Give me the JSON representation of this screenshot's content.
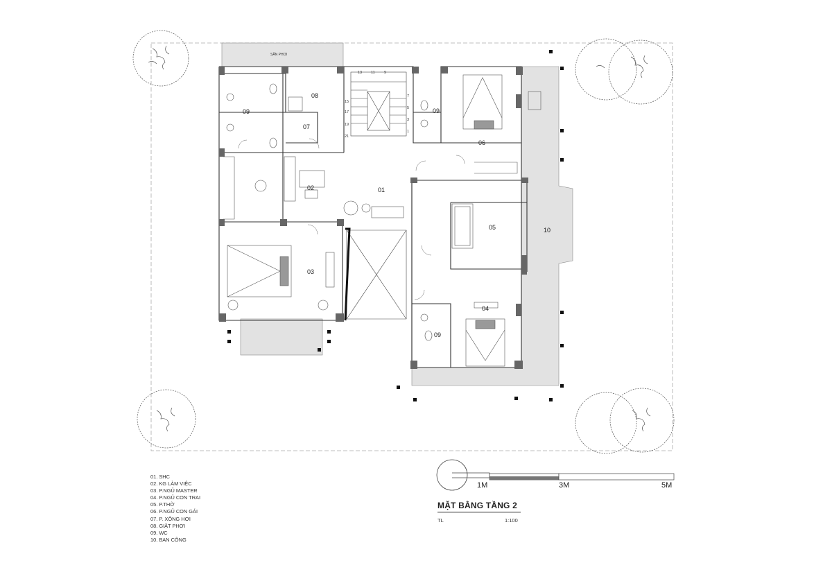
{
  "drawing": {
    "title": "MẶT BẰNG TẦNG 2",
    "subtitle_left": "TL",
    "scale": "1:100"
  },
  "scale_bar": {
    "labels": [
      "1M",
      "3M",
      "5M"
    ]
  },
  "legend": [
    "01. SHC",
    "02. KG LÀM VIỆC",
    "03. P.NGỦ MASTER",
    "04. P.NGỦ CON TRAI",
    "05. P.THỜ",
    "06. P.NGỦ CON GÁI",
    "07. P. XÔNG HƠI",
    "08. GIẶT PHƠI",
    "09. WC",
    "10. BAN CÔNG"
  ],
  "rooms": {
    "r01": "01",
    "r02": "02",
    "r03": "03",
    "r04": "04",
    "r05": "05",
    "r06": "06",
    "r07": "07",
    "r08": "08",
    "r09a": "09",
    "r09b": "09",
    "r09c": "09",
    "r10": "10"
  },
  "drying_yard": "SÂN PHƠI",
  "stair_numbers": [
    "13",
    "11",
    "9",
    "15",
    "17",
    "19",
    "21",
    "7",
    "5",
    "3",
    "1"
  ]
}
